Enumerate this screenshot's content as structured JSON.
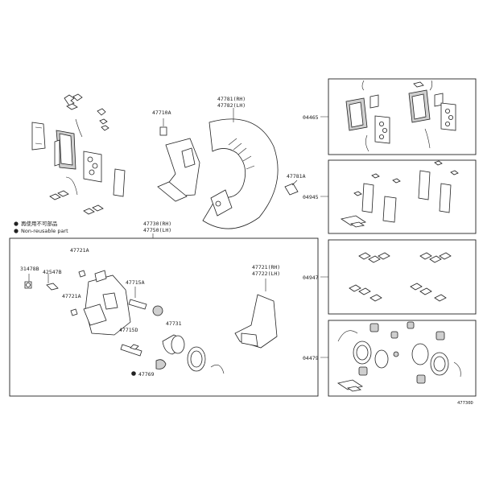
{
  "labels": {
    "p47710A": "47710A",
    "p47781": "47781(RH)",
    "p47782": "47782(LH)",
    "p47781A": "47781A",
    "p47730": "47730(RH)",
    "p47750": "47750(LH)",
    "p47721A_top": "47721A",
    "p31478B": "31478B",
    "p42547B": "42547B",
    "p47721A_mid": "47721A",
    "p47715A": "47715A",
    "p47715D": "47715D",
    "p47731": "47731",
    "p47769": "47769",
    "p47721": "47721(RH)",
    "p47722": "47722(LH)",
    "k04465": "04465",
    "k04945": "04945",
    "k04947": "04947",
    "k04479": "04479",
    "code": "47730D"
  },
  "legend": {
    "line1": "再使用不可部品",
    "line2": "Non-reusable part"
  }
}
